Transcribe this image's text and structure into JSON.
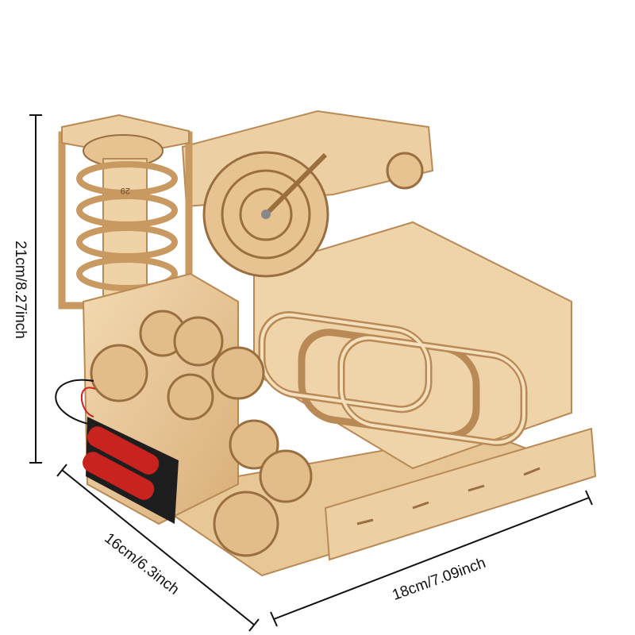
{
  "dimensions": {
    "height_label": "21cm/8.27inch",
    "depth_label": "16cm/6.3inch",
    "width_label": "18cm/7.09inch"
  },
  "model": {
    "part_number": "29"
  },
  "colors": {
    "wood_light": "#f0d3a8",
    "wood_mid": "#deb684",
    "wood_dark": "#b98a55",
    "battery_red": "#c8231f",
    "line": "#111111"
  }
}
